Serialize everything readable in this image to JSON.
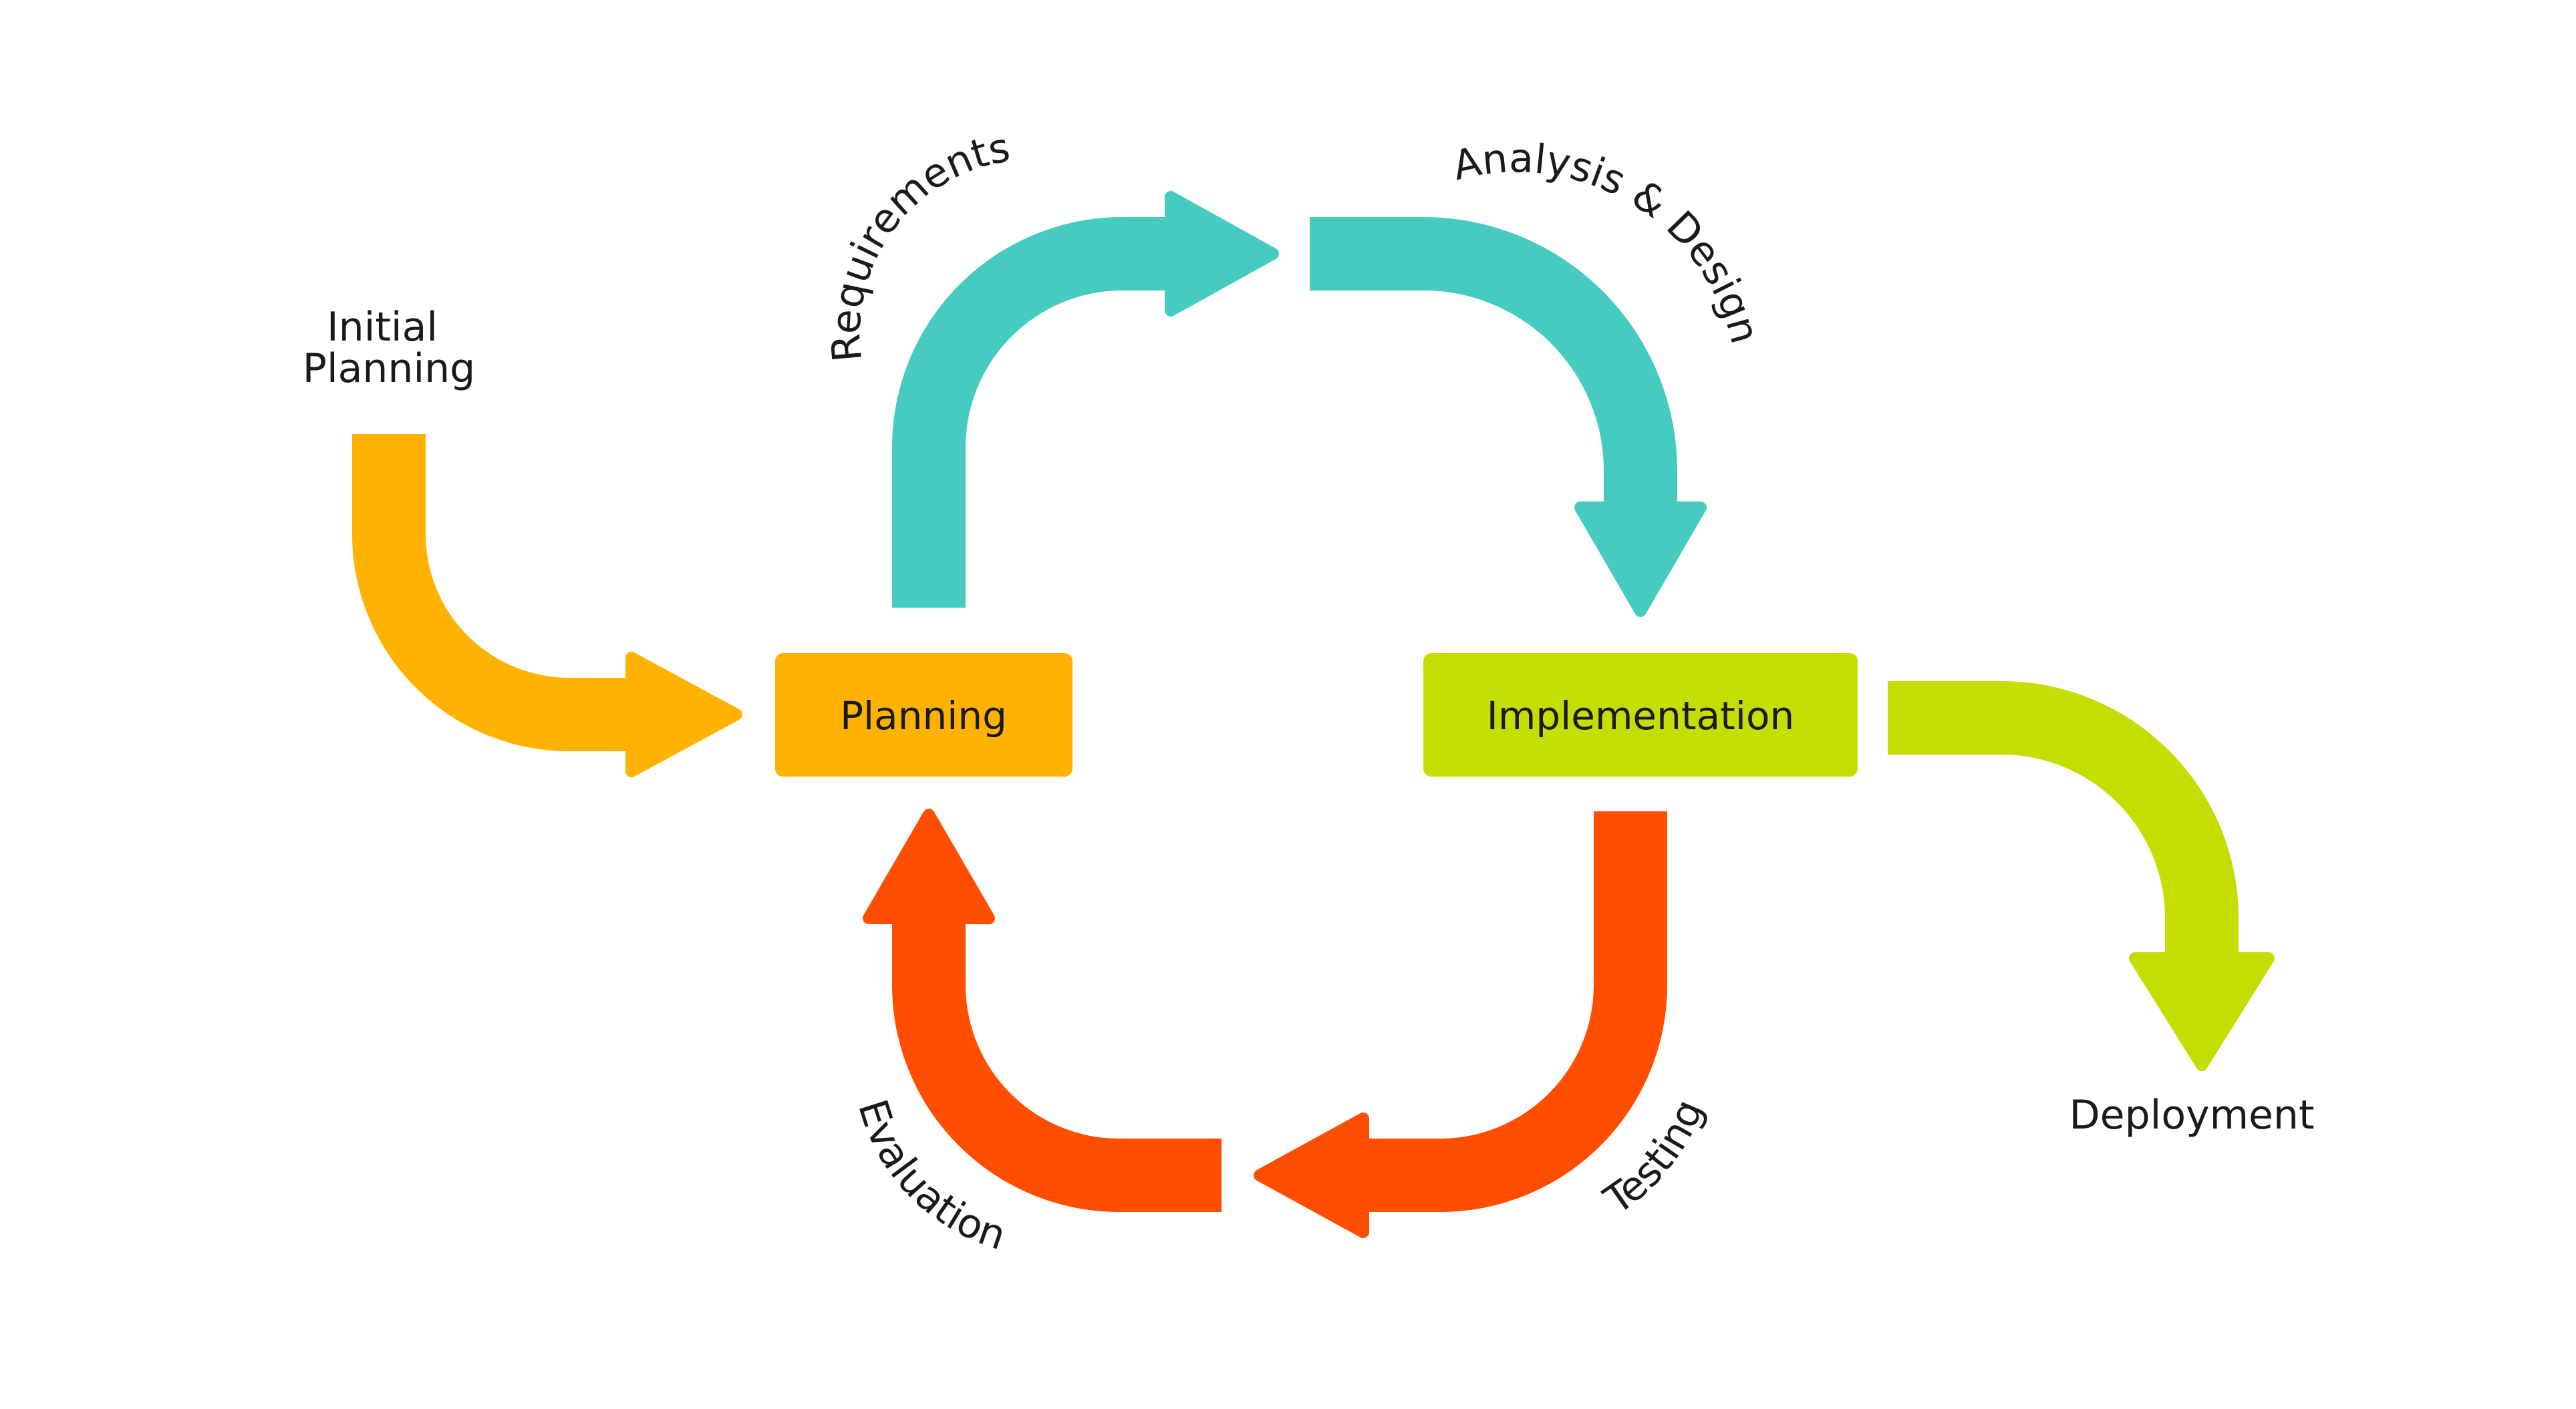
{
  "colors": {
    "initial_planning": "#FFB300",
    "planning_box": "#FFB300",
    "requirements": "#45CBBF",
    "analysis_design": "#45CBBF",
    "implementation_box": "#C5DD00",
    "deployment": "#C5DD00",
    "testing": "#FF4E00",
    "evaluation": "#FF4E00",
    "text": "#1a1a1a"
  },
  "boxes": {
    "planning": "Planning",
    "implementation": "Implementation"
  },
  "labels": {
    "initial_planning_line1": "Initial",
    "initial_planning_line2": "Planning",
    "requirements": "Requirements",
    "analysis_design": "Analysis & Design",
    "testing": "Testing",
    "evaluation": "Evaluation",
    "deployment": "Deployment"
  },
  "icons": {
    "initial_planning_arrow": "curved-arrow-right",
    "requirements_arrow": "curved-arrow-right",
    "analysis_design_arrow": "curved-arrow-down",
    "testing_arrow": "curved-arrow-left",
    "evaluation_arrow": "curved-arrow-up",
    "deployment_arrow": "curved-arrow-down"
  }
}
